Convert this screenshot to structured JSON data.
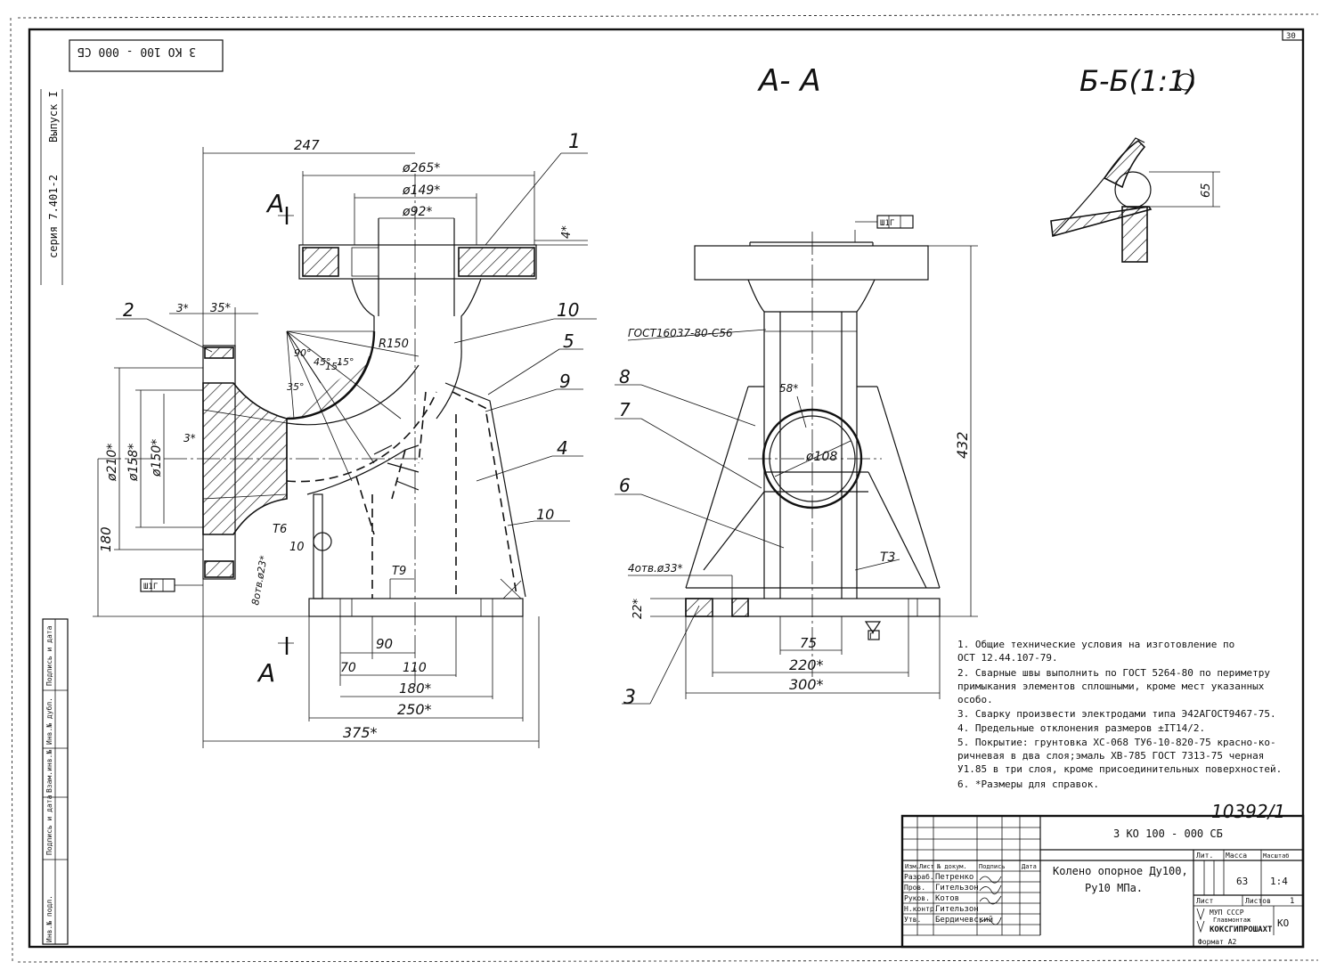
{
  "header": {
    "code_rotated": "3 КО 100 - 000 СБ",
    "series": "серия 7.401-2",
    "issue": "Выпуск I",
    "sheet_number": "30"
  },
  "views": {
    "section_aa_title": "А- А",
    "section_bb_title": "Б-Б(1:1)",
    "section_mark": "А",
    "weld_note": "ГОСТ16037-80-С56",
    "flatness_symbol": "Ш1Г",
    "weld_triangle_symbol": "Г"
  },
  "dimensions_left": {
    "d247": "247",
    "d265": "ø265*",
    "d149": "ø149*",
    "d92": "ø92*",
    "d4": "4*",
    "d3": "3*",
    "d35": "35*",
    "r150": "R150",
    "a90": "90°",
    "a45": "45°",
    "a15a": "15°",
    "a15b": "15°",
    "a35": "35°",
    "d210": "ø210*",
    "d158": "ø158*",
    "d150": "ø150*",
    "d3b": "3*",
    "d180": "180",
    "holes": "8отв.ø23*",
    "t6": "T6",
    "t9": "T9",
    "n10": "10",
    "d90": "90",
    "d70": "70",
    "d110": "110",
    "d180b": "180*",
    "d250": "250*",
    "d375": "375*"
  },
  "dimensions_right": {
    "d58": "58*",
    "d108": "ø108",
    "d432": "432",
    "holes": "4отв.ø33*",
    "d22": "22*",
    "t3": "T3",
    "d75": "75",
    "d220": "220*",
    "d300": "300*",
    "d65": "65"
  },
  "callouts": [
    "1",
    "2",
    "3",
    "4",
    "5",
    "6",
    "7",
    "8",
    "9",
    "10",
    "10"
  ],
  "notes": [
    "1. Общие технические условия на изготовление по",
    "   ОСТ 12.44.107-79.",
    "2. Сварные швы выполнить по ГОСТ 5264-80 по периметру",
    "   примыкания элементов сплошными, кроме мест указанных",
    "   особо.",
    "3. Сварку произвести электродами типа Э42АГОСТ9467-75.",
    "4. Предельные отклонения размеров ±IT14/2.",
    "5. Покрытие: грунтовка ХС-068 ТУ6-10-820-75 красно-ко-",
    "   ричневая в два слоя;эмаль ХВ-785 ГОСТ 7313-75 черная",
    "   У1.85 в три слоя, кроме присоединительных поверхностей.",
    "6. *Размеры для справок."
  ],
  "archive_number": "10392/1",
  "title_block": {
    "designation": "3 КО 100 - 000 СБ",
    "name_line1": "Колено опорное Ду100,",
    "name_line2": "Ру10 МПа.",
    "col_headers": [
      "Изм.",
      "Лист",
      "№ докум.",
      "Подпись",
      "Дата"
    ],
    "rows": [
      {
        "role": "Разраб.",
        "name": "Петренко"
      },
      {
        "role": "Пров.",
        "name": "Гительзон"
      },
      {
        "role": "Руков.",
        "name": "Котов"
      },
      {
        "role": "Н.контр.",
        "name": "Гительзон"
      },
      {
        "role": "Утв.",
        "name": "Бердичевский"
      }
    ],
    "lit_label": "Лит.",
    "mass_label": "Масса",
    "scale_label": "Масштаб",
    "mass": "63",
    "scale": "1:4",
    "sheet_label": "Лист",
    "sheets_label": "Листов",
    "sheets_value": "1",
    "org_line1": "МУП СССР",
    "org_line2": "Главмонтаж",
    "org_line3": "КОКСГИПРОШАХТ",
    "org_code": "КО",
    "format": "Формат А2"
  },
  "side_stamp": [
    "Инв.№ подл.",
    "Подпись и дата",
    "Взам.инв.№",
    "Инв.№ дубл.",
    "Подпись и дата"
  ]
}
